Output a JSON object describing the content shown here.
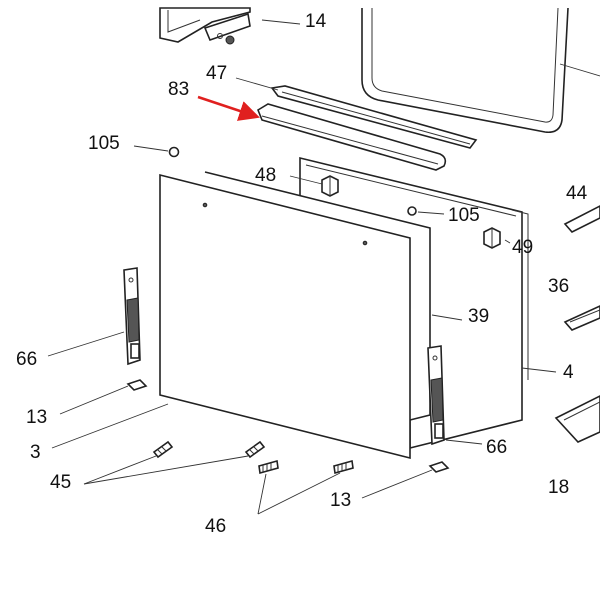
{
  "accent_color": "#e0201f",
  "callouts": {
    "c14": "14",
    "c47": "47",
    "c83": "83",
    "c105a": "105",
    "c48": "48",
    "c105b": "105",
    "c44": "44",
    "c49": "49",
    "c36": "36",
    "c39": "39",
    "c66a": "66",
    "c4": "4",
    "c13a": "13",
    "c3": "3",
    "c66b": "66",
    "c45": "45",
    "c18": "18",
    "c13b": "13",
    "c46": "46"
  }
}
